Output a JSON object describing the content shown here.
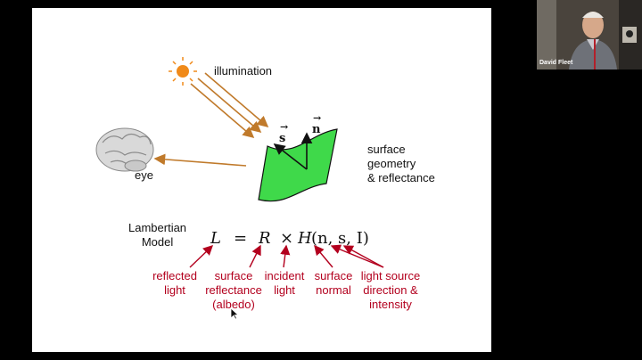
{
  "slide": {
    "illumination": "illumination",
    "eye": "eye",
    "surface_label": [
      "surface",
      "geometry",
      "& reflectance"
    ],
    "s_vec": "s",
    "n_vec": "n",
    "model_label": [
      "Lambertian",
      "Model"
    ],
    "equation": {
      "L": "L",
      "eq": "=",
      "R": "R",
      "times": "×",
      "H": "H",
      "args": "(n, s, I)"
    },
    "annotations": {
      "reflected": [
        "reflected",
        "light"
      ],
      "albedo": [
        "surface",
        "reflectance",
        "(albedo)"
      ],
      "incident": [
        "incident",
        "light"
      ],
      "normal": [
        "surface",
        "normal"
      ],
      "source": [
        "light source",
        "direction &",
        "intensity"
      ]
    }
  },
  "video": {
    "participant_name": "David Fleet"
  },
  "colors": {
    "annotation_red": "#b3001e",
    "arrow_brown": "#c07a2b",
    "surface_green": "#3fd94a",
    "sun_orange": "#f08a1a"
  }
}
